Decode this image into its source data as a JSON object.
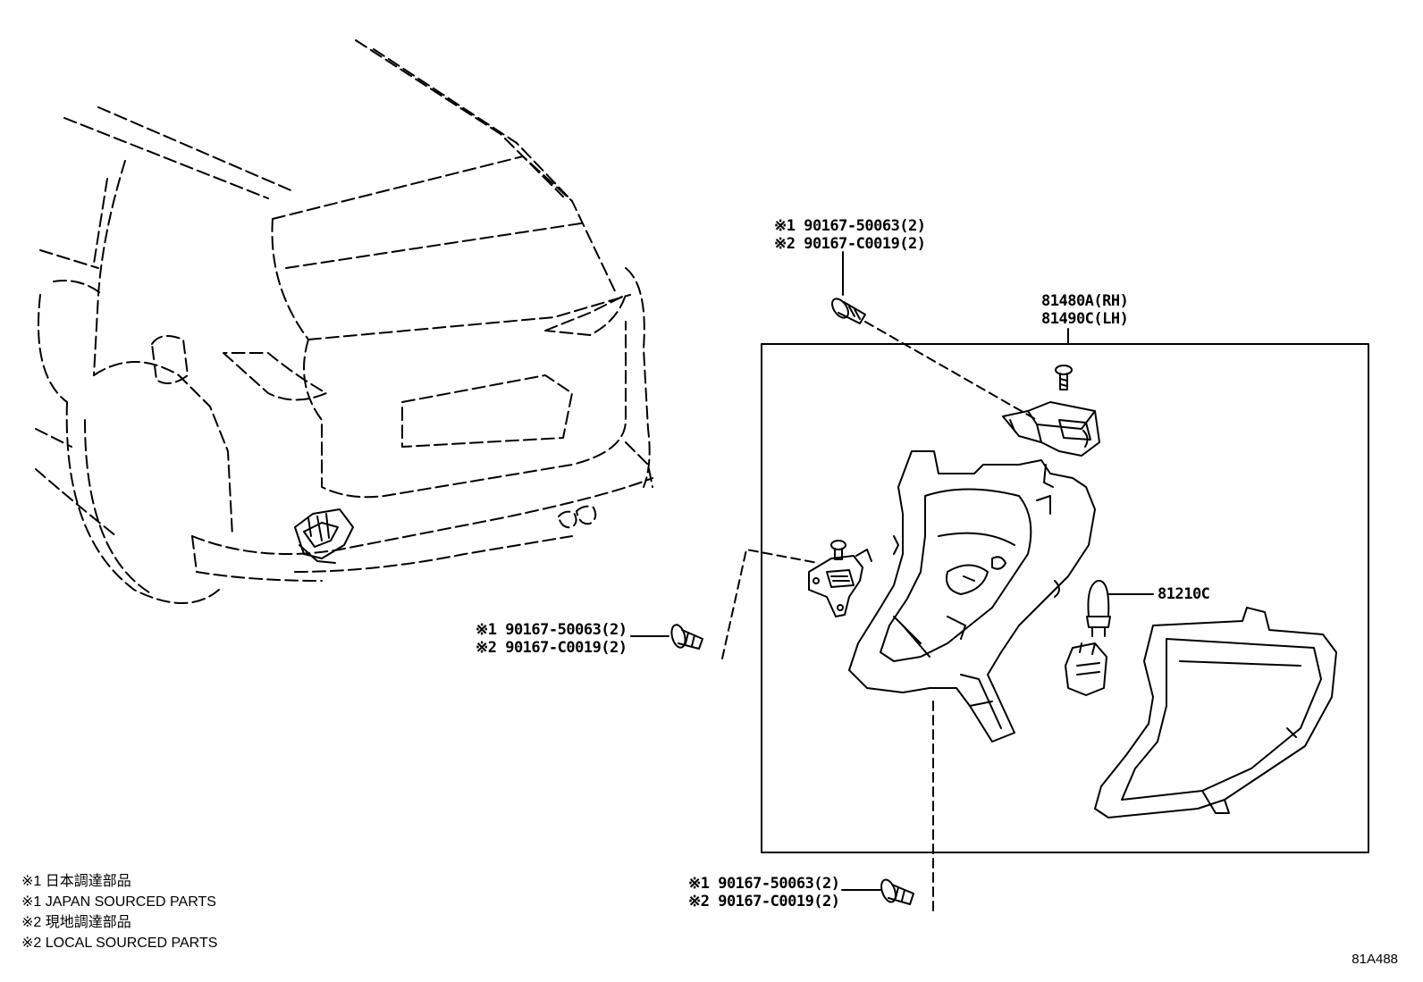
{
  "callouts": {
    "bolt_top": {
      "line1": "※1 90167-50063(2)",
      "line2": "※2 90167-C0019(2)"
    },
    "bolt_left": {
      "line1": "※1 90167-50063(2)",
      "line2": "※2 90167-C0019(2)"
    },
    "bolt_bottom": {
      "line1": "※1 90167-50063(2)",
      "line2": "※2 90167-C0019(2)"
    },
    "lamp_assembly": {
      "rh": "81480A(RH)",
      "lh": "81490C(LH)"
    },
    "bulb": "81210C"
  },
  "legend": [
    "※1 日本調達部品",
    "※1 JAPAN SOURCED PARTS",
    "※2 現地調達部品",
    "※2 LOCAL SOURCED PARTS"
  ],
  "illustration_number": "81A488",
  "colors": {
    "line": "#000000",
    "background": "#ffffff"
  }
}
